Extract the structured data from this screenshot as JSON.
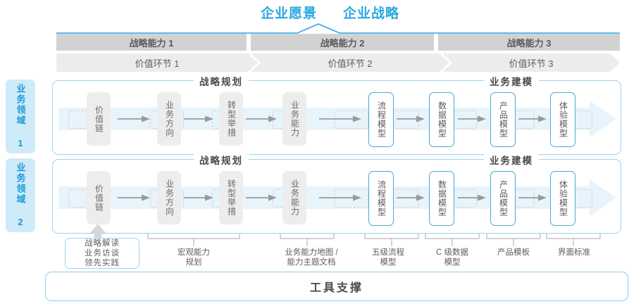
{
  "header": {
    "vision": "企业愿景",
    "strategy": "企业战略"
  },
  "capabilities": [
    {
      "label": "战略能力 1"
    },
    {
      "label": "战略能力 2"
    },
    {
      "label": "战略能力 3"
    }
  ],
  "value_links": [
    {
      "label": "价值环节 1"
    },
    {
      "label": "价值环节 2"
    },
    {
      "label": "价值环节 3"
    }
  ],
  "domains": [
    {
      "label": "业务领域 1"
    },
    {
      "label": "业务领域 2"
    }
  ],
  "sections": {
    "planning": "战略规划",
    "modeling": "业务建模"
  },
  "process_steps": [
    {
      "label": "价值链",
      "style": "gray"
    },
    {
      "label": "业务方向",
      "style": "gray"
    },
    {
      "label": "转型举措",
      "style": "gray"
    },
    {
      "label": "业务能力",
      "style": "gray"
    },
    {
      "label": "流程模型",
      "style": "blue"
    },
    {
      "label": "数据模型",
      "style": "blue"
    },
    {
      "label": "产品模型",
      "style": "blue"
    },
    {
      "label": "体验模型",
      "style": "blue"
    }
  ],
  "deliverables": [
    {
      "label": "战略解读\n业务访谈\n领先实践"
    },
    {
      "label": "宏观能力\n规划"
    },
    {
      "label": "业务能力地图 /\n能力主题文档"
    },
    {
      "label": "五级流程\n模型"
    },
    {
      "label": "C 级数据\n模型"
    },
    {
      "label": "产品模板"
    },
    {
      "label": "界面标准"
    }
  ],
  "footer": {
    "tool_support": "工具支撑"
  },
  "colors": {
    "accent": "#29a8e0",
    "panel_border": "#9ed3ee",
    "band": "#e8f4fb",
    "cap_bar": "#d2d2d2",
    "value_bar": "#ececec",
    "box_gray": "#ededed",
    "box_blue_border": "#4aa9dd",
    "domain_tag_bg": "#cfeaf8"
  }
}
